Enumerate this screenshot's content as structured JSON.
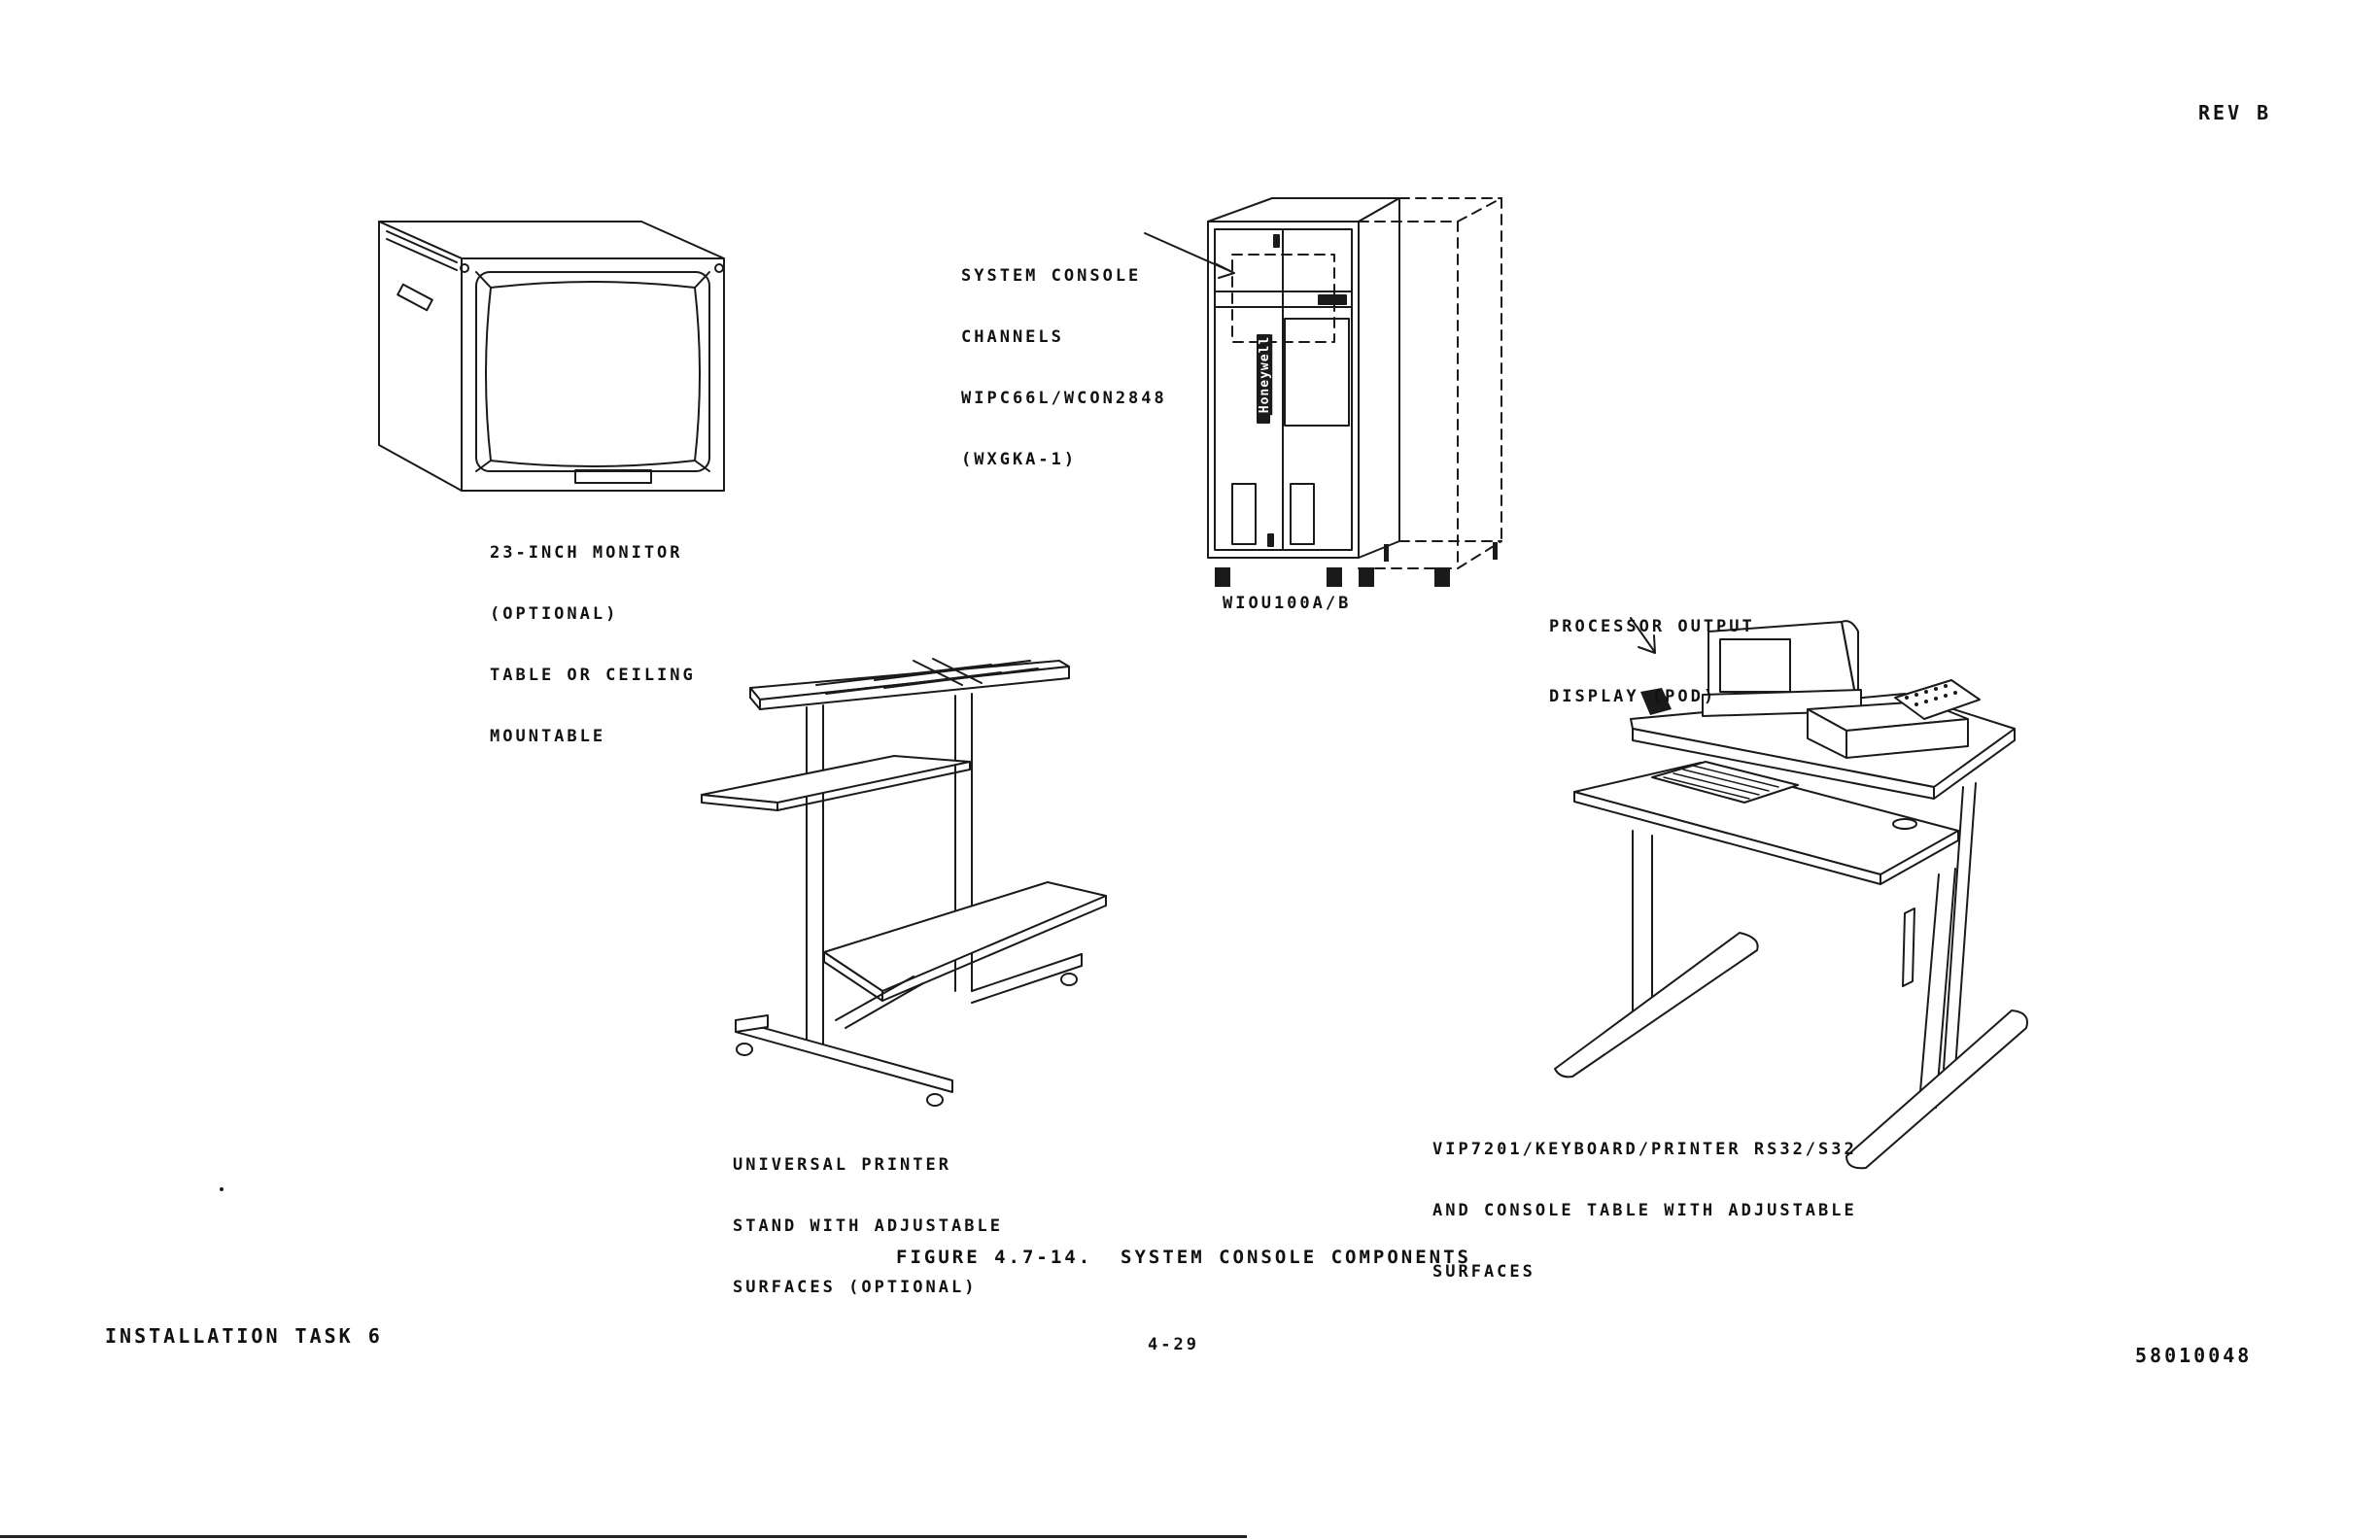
{
  "header": {
    "revision": "REV B"
  },
  "components": {
    "monitor": {
      "caption": [
        "23-INCH MONITOR",
        "(OPTIONAL)",
        "TABLE OR CEILING",
        "MOUNTABLE"
      ]
    },
    "cabinet": {
      "callout": [
        "SYSTEM CONSOLE",
        "CHANNELS",
        "WIPC66L/WCON2848",
        "(WXGKA-1)"
      ],
      "model": "WIOU100A/B",
      "brand": "Honeywell"
    },
    "printer_stand": {
      "caption": [
        "UNIVERSAL PRINTER",
        "STAND WITH ADJUSTABLE",
        "SURFACES (OPTIONAL)"
      ]
    },
    "console_table": {
      "pod_label": [
        "PROCESSOR OUTPUT",
        "DISPLAY (POD)"
      ],
      "caption": [
        "VIP7201/KEYBOARD/PRINTER RS32/S32",
        "AND CONSOLE TABLE WITH ADJUSTABLE",
        "SURFACES"
      ]
    }
  },
  "figure_caption": "FIGURE 4.7-14.  SYSTEM CONSOLE COMPONENTS",
  "footer": {
    "section": "INSTALLATION TASK 6",
    "page_number": "4-29",
    "document_number": "58010048"
  }
}
